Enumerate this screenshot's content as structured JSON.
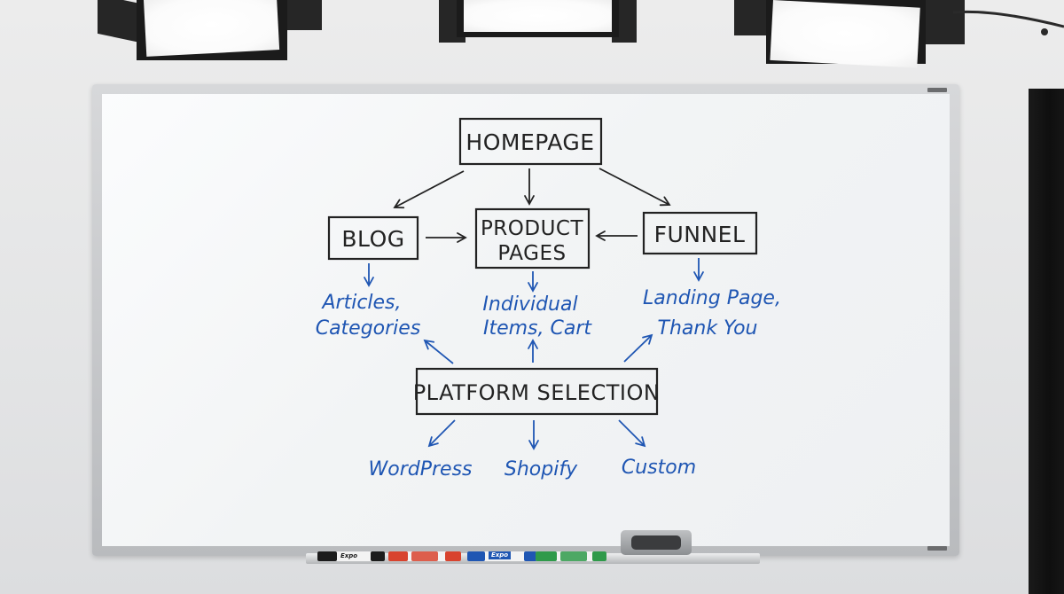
{
  "colors": {
    "black_marker": "#222222",
    "blue_marker": "#1f56b3",
    "red_marker": "#d8432e",
    "green_marker": "#2f9a4a"
  },
  "diagram": {
    "nodes": {
      "homepage": "HOMEPAGE",
      "blog": "BLOG",
      "product_pages_line1": "PRODUCT",
      "product_pages_line2": "PAGES",
      "funnel": "FUNNEL",
      "platform_selection": "PLATFORM SELECTION"
    },
    "notes": {
      "blog_line1": "Articles,",
      "blog_line2": "Categories",
      "product_line1": "Individual",
      "product_line2": "Items, Cart",
      "funnel_line1": "Landing Page,",
      "funnel_line2": "Thank You",
      "platform_wordpress": "WordPress",
      "platform_shopify": "Shopify",
      "platform_custom": "Custom"
    }
  },
  "tray": {
    "marker_brand": "Expo",
    "items": [
      "black-marker",
      "red-marker",
      "blue-marker",
      "green-marker",
      "eraser"
    ]
  }
}
